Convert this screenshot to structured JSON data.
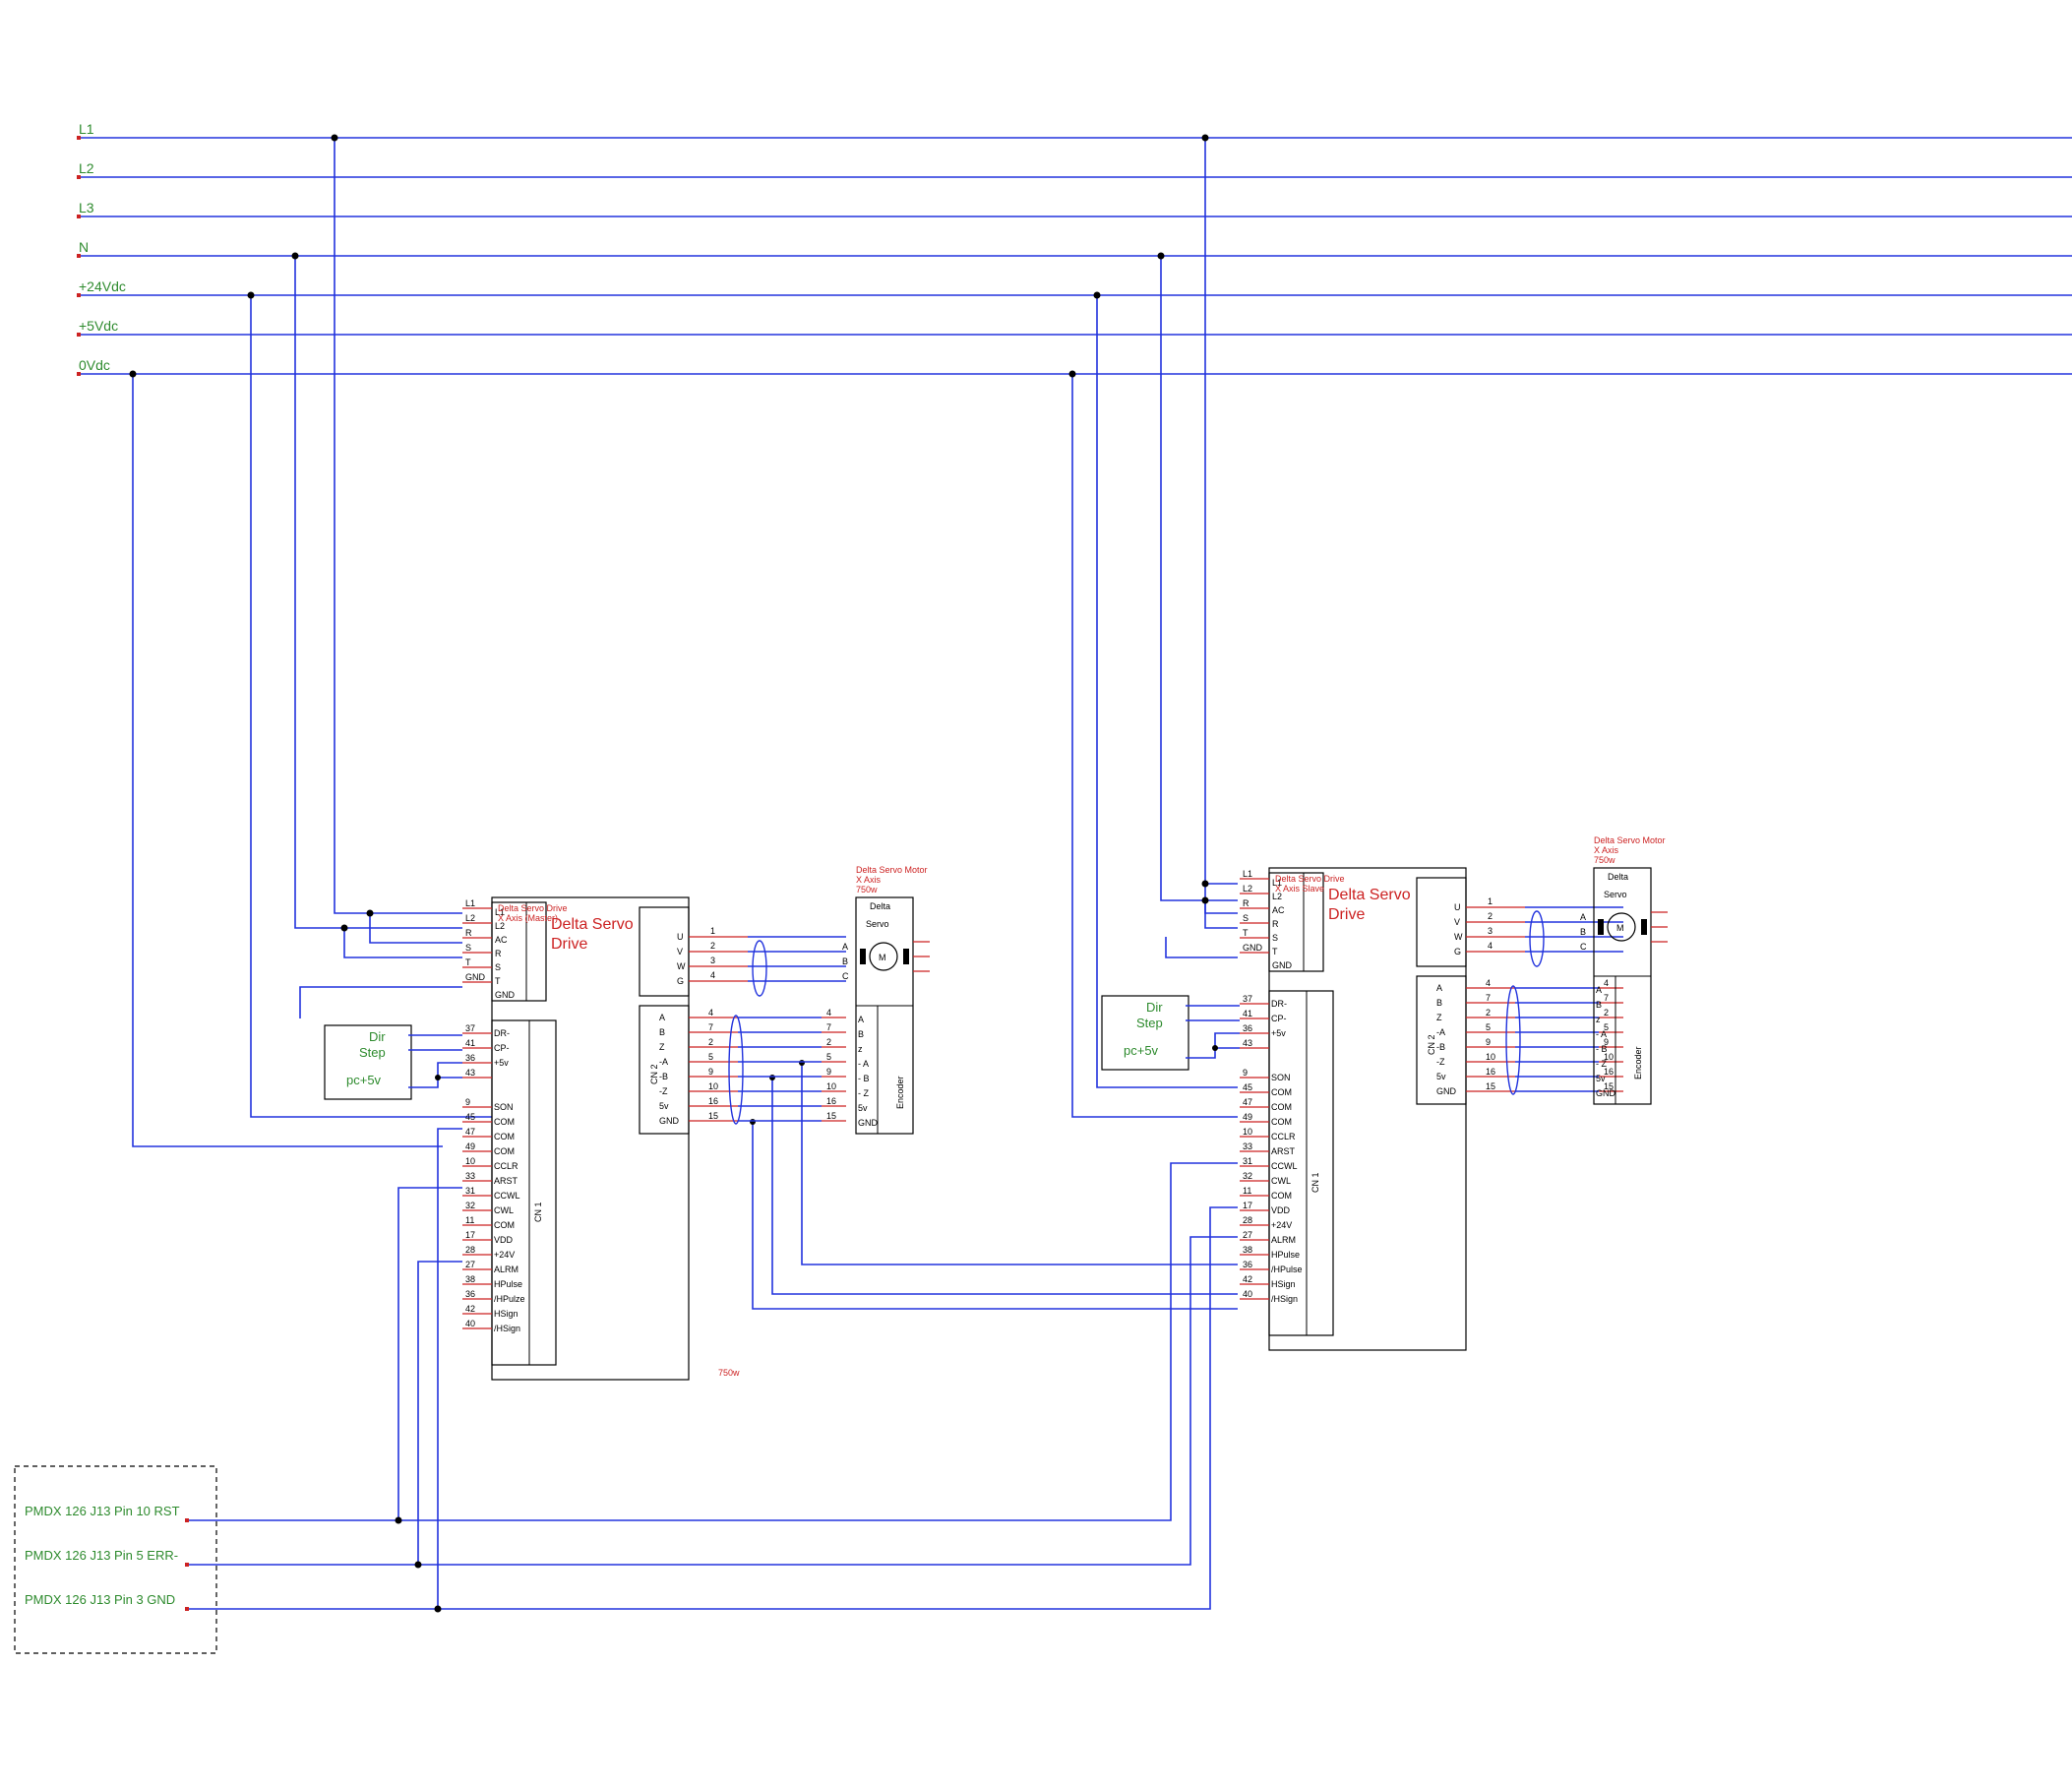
{
  "bus": {
    "l1": "L1",
    "l2": "L2",
    "l3": "L3",
    "n": "N",
    "v24": "+24Vdc",
    "v5": "+5Vdc",
    "v0": "0Vdc"
  },
  "drive1": {
    "title_small": "Delta Servo Drive",
    "subtitle_small": "X Axis (Master)",
    "title": "Delta Servo",
    "title2": "Drive",
    "rating": "750w",
    "power_pins": [
      "L1",
      "L2",
      "AC",
      "R",
      "S",
      "T",
      "GND"
    ],
    "power_in": [
      "L1",
      "L2",
      "R",
      "S",
      "T",
      "GND"
    ],
    "uvwg": [
      "U",
      "V",
      "W",
      "G"
    ],
    "uvw_nums": [
      "1",
      "2",
      "3",
      "4"
    ],
    "cn2_label": "CN 2",
    "cn2_pins": [
      "A",
      "B",
      "Z",
      "-A",
      "-B",
      "-Z",
      "5v",
      "GND"
    ],
    "cn2_nums": [
      "4",
      "7",
      "2",
      "5",
      "9",
      "10",
      "16",
      "15"
    ],
    "cn1_label": "CN 1",
    "cn1_nums": [
      "37",
      "41",
      "36",
      "43",
      "9",
      "45",
      "47",
      "49",
      "10",
      "33",
      "31",
      "32",
      "11",
      "17",
      "28",
      "27",
      "38",
      "36",
      "42",
      "40"
    ],
    "cn1_names": [
      "DR-",
      "CP-",
      "+5v",
      "SON",
      "COM",
      "COM",
      "COM",
      "CCLR",
      "ARST",
      "CCWL",
      "CWL",
      "COM",
      "VDD",
      "+24V",
      "ALRM",
      "HPulse",
      "/HPulze",
      "HSign",
      "/HSign"
    ],
    "io_dir": "Dir",
    "io_step": "Step",
    "io_pc5v": "pc+5v"
  },
  "motor1": {
    "title": "Delta Servo Motor",
    "axis": "X Axis",
    "rating": "750w",
    "label1": "Delta",
    "label2": "Servo",
    "m": "M",
    "abc": [
      "A",
      "B",
      "C"
    ],
    "encoder": "Encoder",
    "enc_pins": [
      "A",
      "B",
      "z",
      "- A",
      "- B",
      "- Z",
      "5v",
      "GND"
    ]
  },
  "drive2": {
    "title_small": "Delta Servo Drive",
    "subtitle_small": "X Axis Slave",
    "title": "Delta Servo",
    "title2": "Drive",
    "power_pins": [
      "L1",
      "L2",
      "AC",
      "R",
      "S",
      "T",
      "GND"
    ],
    "power_in": [
      "L1",
      "L2",
      "R",
      "S",
      "T",
      "GND"
    ],
    "uvwg": [
      "U",
      "V",
      "W",
      "G"
    ],
    "uvw_nums": [
      "1",
      "2",
      "3",
      "4"
    ],
    "cn2_label": "CN 2",
    "cn2_pins": [
      "A",
      "B",
      "Z",
      "-A",
      "-B",
      "-Z",
      "5v",
      "GND"
    ],
    "cn2_nums": [
      "4",
      "7",
      "2",
      "5",
      "9",
      "10",
      "16",
      "15"
    ],
    "cn1_label": "CN 1",
    "cn1_nums": [
      "37",
      "41",
      "36",
      "43",
      "9",
      "45",
      "47",
      "49",
      "10",
      "33",
      "31",
      "32",
      "11",
      "17",
      "28",
      "27",
      "38",
      "36",
      "42",
      "40"
    ],
    "cn1_names": [
      "DR-",
      "CP-",
      "+5v",
      "SON",
      "COM",
      "COM",
      "COM",
      "CCLR",
      "ARST",
      "CCWL",
      "CWL",
      "COM",
      "VDD",
      "+24V",
      "ALRM",
      "HPulse",
      "/HPulse",
      "HSign",
      "/HSign"
    ],
    "io_dir": "Dir",
    "io_step": "Step",
    "io_pc5v": "pc+5v"
  },
  "motor2": {
    "title": "Delta Servo Motor",
    "axis": "X Axis",
    "rating": "750w",
    "label1": "Delta",
    "label2": "Servo",
    "m": "M",
    "abc": [
      "A",
      "B",
      "C"
    ],
    "encoder": "Encoder",
    "enc_pins": [
      "A",
      "B",
      "z",
      "- A",
      "- B",
      "- Z",
      "5v",
      "GND"
    ]
  },
  "pmdx": {
    "rst": "PMDX 126 J13 Pin 10 RST",
    "err": "PMDX 126 J13 Pin 5 ERR-",
    "gnd": "PMDX 126 J13 Pin 3 GND"
  },
  "colors": {
    "wire": "#2233dd",
    "pin": "#cc2222",
    "label": "#2e8b2e"
  }
}
